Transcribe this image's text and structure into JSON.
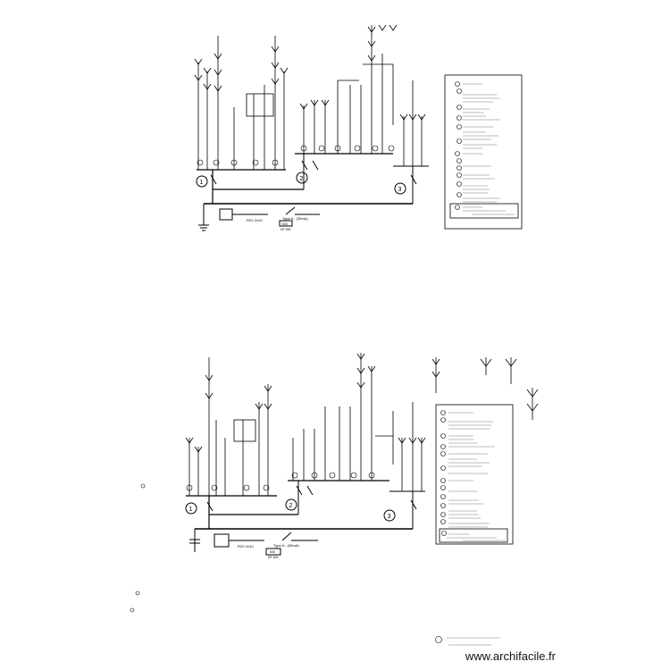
{
  "watermark": "www.archifacile.fr",
  "colors": {
    "line": "#000000",
    "background": "#ffffff"
  },
  "icons": [
    "circuit-breaker-icon",
    "light-point-icon",
    "meter-icon",
    "ground-icon",
    "small-circle-marker-icon"
  ],
  "schemas": [
    {
      "id": "upper",
      "cable_label": "R2V 2x10",
      "differential_label": "Type A - (30mA)",
      "rating_label": "500",
      "subrating_label": "DF 500",
      "tableau_numbers": [
        "1",
        "2",
        "3"
      ]
    },
    {
      "id": "lower",
      "cable_label": "R2V 2x10",
      "differential_label": "Type A - (30mA)",
      "rating_label": "500",
      "subrating_label": "DF 500",
      "tableau_numbers": [
        "1",
        "2",
        "3"
      ]
    }
  ]
}
